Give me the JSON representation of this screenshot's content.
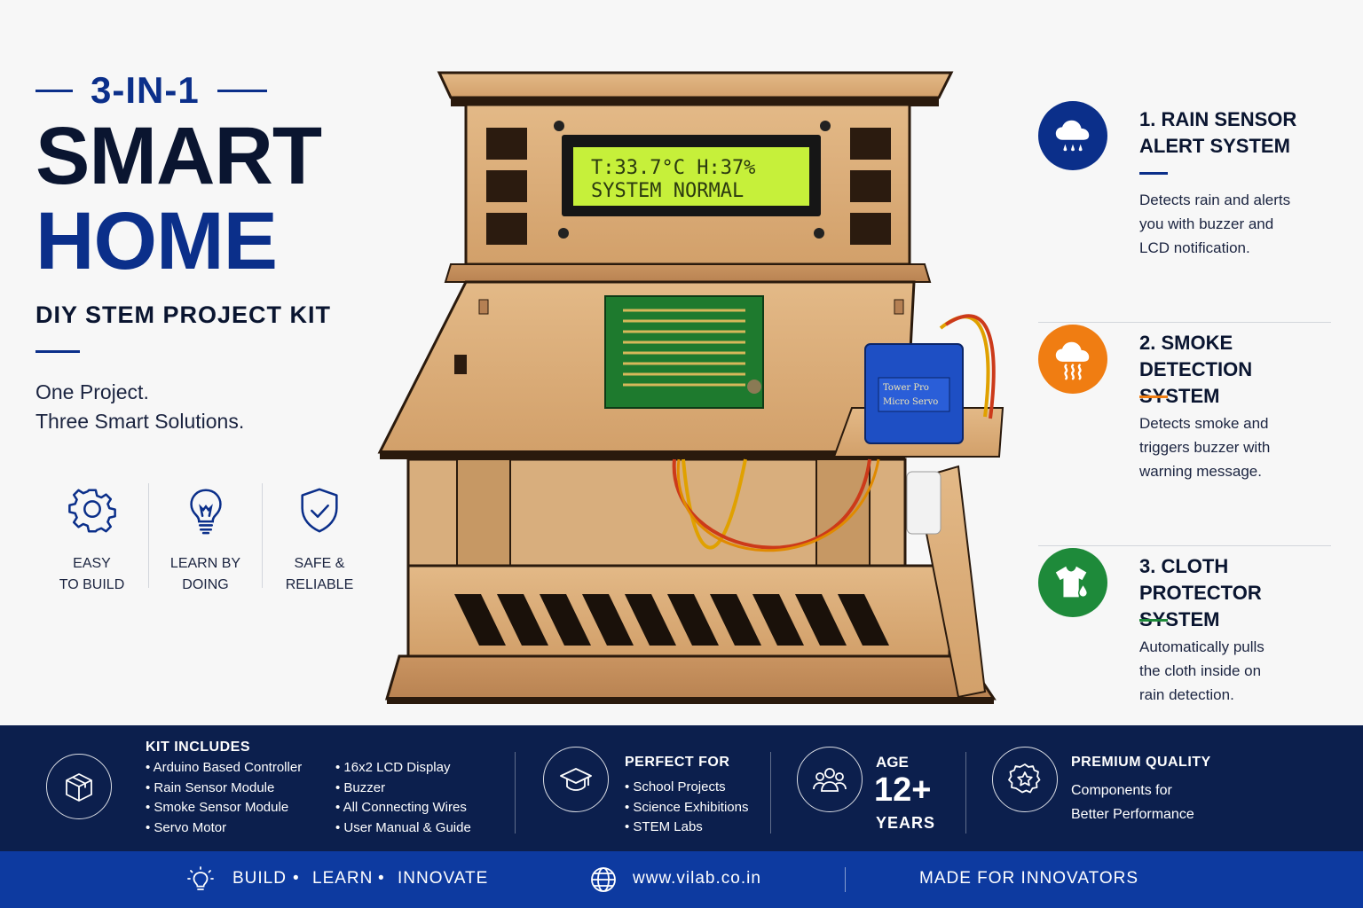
{
  "header": {
    "kicker": "3-IN-1",
    "title_line1": "SMART",
    "title_line2": "HOME",
    "subtitle": "DIY STEM PROJECT KIT",
    "tagline_line1": "One Project.",
    "tagline_line2": "Three Smart Solutions."
  },
  "features": [
    {
      "line1": "EASY",
      "line2": "TO BUILD",
      "icon": "gear-icon"
    },
    {
      "line1": "LEARN BY",
      "line2": "DOING",
      "icon": "lightbulb-icon"
    },
    {
      "line1": "SAFE &",
      "line2": "RELIABLE",
      "icon": "shield-check-icon"
    }
  ],
  "lcd": {
    "line1": "T:33.7°C H:37%",
    "line2": "SYSTEM NORMAL"
  },
  "servo": {
    "brand": "Tower Pro",
    "model": "Micro Servo"
  },
  "systems": [
    {
      "title_line1": "1. RAIN SENSOR",
      "title_line2": "ALERT SYSTEM",
      "desc": [
        "Detects rain and alerts",
        "you with buzzer and",
        "LCD notification."
      ],
      "color": "#0b2f8a",
      "icon": "rain-cloud-icon"
    },
    {
      "title_line1": "2. SMOKE",
      "title_line2": "DETECTION SYSTEM",
      "desc": [
        "Detects smoke and",
        "triggers buzzer with",
        "warning message."
      ],
      "color": "#f07d12",
      "icon": "smoke-cloud-icon"
    },
    {
      "title_line1": "3. CLOTH",
      "title_line2": "PROTECTOR SYSTEM",
      "desc": [
        "Automatically pulls",
        "the cloth inside on",
        "rain detection."
      ],
      "color": "#1e8a3a",
      "icon": "shirt-drop-icon"
    }
  ],
  "kit": {
    "heading": "KIT INCLUDES",
    "col1": [
      "Arduino Based Controller",
      "Rain Sensor Module",
      "Smoke Sensor Module",
      "Servo Motor"
    ],
    "col2": [
      "16x2 LCD Display",
      "Buzzer",
      "All Connecting Wires",
      "User Manual & Guide"
    ]
  },
  "perfect": {
    "heading": "PERFECT FOR",
    "items": [
      "School Projects",
      "Science Exhibitions",
      "STEM Labs"
    ]
  },
  "age": {
    "heading": "AGE",
    "value": "12+",
    "unit": "YEARS"
  },
  "quality": {
    "heading": "PREMIUM QUALITY",
    "line1": "Components for",
    "line2": "Better Performance"
  },
  "footer": {
    "build": "BUILD",
    "learn": "LEARN",
    "innovate": "INNOVATE",
    "website": "www.vilab.co.in",
    "slogan": "MADE FOR INNOVATORS"
  },
  "colors": {
    "navy": "#0c1f4d",
    "blue": "#0b2f8a",
    "footer": "#0d3aa0",
    "orange": "#f07d12",
    "green": "#1e8a3a",
    "wood": "#d9ac79",
    "lcd": "#c6f03a"
  }
}
